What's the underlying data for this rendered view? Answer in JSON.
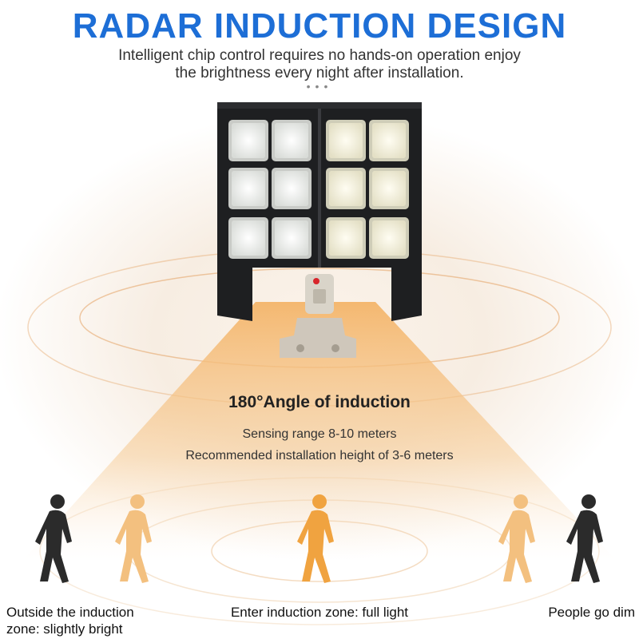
{
  "header": {
    "title": "RADAR INDUCTION DESIGN",
    "subtitle_line1": "Intelligent chip control requires no hands-on operation enjoy",
    "subtitle_line2": "the brightness every night after installation.",
    "dots": "•••"
  },
  "specs": {
    "angle": "180°Angle of induction",
    "range": "Sensing range 8-10 meters",
    "height": "Recommended installation height of 3-6 meters"
  },
  "zones": {
    "outside_line1": "Outside the induction",
    "outside_line2": "zone: slightly bright",
    "enter": "Enter induction zone: full light",
    "leave": "People go dim"
  },
  "colors": {
    "title": "#1d6ed6",
    "beam": "#f4b56a",
    "lamp_body": "#1e1f21",
    "person_dark": "#2b2b2b",
    "person_light": "#f3c07f",
    "person_bright": "#f0a340"
  }
}
